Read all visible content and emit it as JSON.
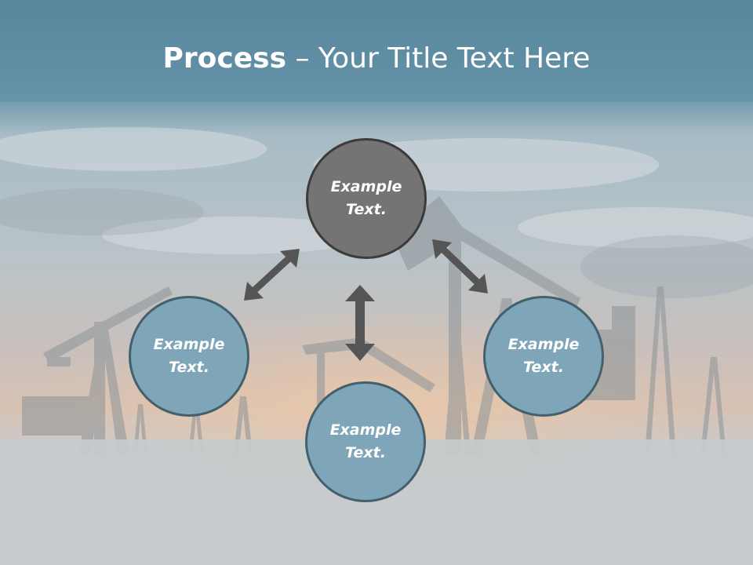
{
  "title": {
    "bold": "Process",
    "rest": " – Your Title Text Here"
  },
  "nodes": [
    {
      "id": "top",
      "label": "Example Text."
    },
    {
      "id": "left",
      "label": "Example Text."
    },
    {
      "id": "bottom",
      "label": "Example Text."
    },
    {
      "id": "right",
      "label": "Example Text."
    }
  ],
  "colors": {
    "header": "#5f8ea4",
    "center_node": "#747474",
    "outer_node": "#7fa5b8",
    "arrow": "#555555",
    "ground": "#c7cbcd"
  },
  "background": "sunset sky over oil field pump jacks"
}
